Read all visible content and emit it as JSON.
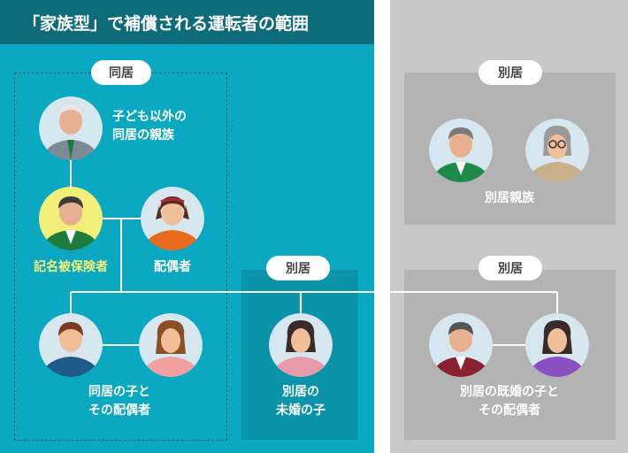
{
  "title": "「家族型」で補償される運転者の範囲",
  "colors": {
    "title_bg": "#0d6b7a",
    "cohabit_bg": "#0aa9c1",
    "separate_bg": "#c8c8c8",
    "insured_label": "#f3f07a"
  },
  "pills": {
    "cohabit": "同居",
    "separate_relatives": "別居",
    "separate_child": "別居",
    "separate_married": "別居"
  },
  "labels": {
    "other_relatives": "子ども以外の\n同居の親族",
    "insured": "記名被保険者",
    "spouse": "配偶者",
    "cohabit_child": "同居の子と\nその配偶者",
    "unmarried_child": "別居の\n未婚の子",
    "separate_relatives": "別居親族",
    "married_child": "別居の既婚の子と\nその配偶者"
  }
}
